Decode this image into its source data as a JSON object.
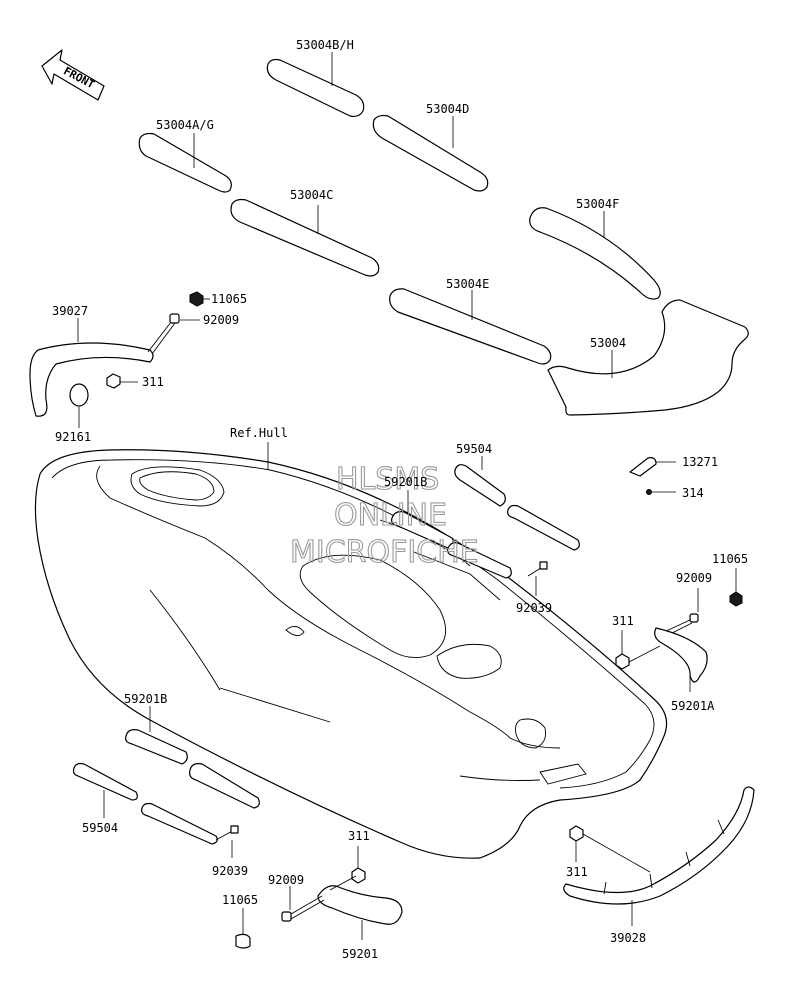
{
  "front_badge": "FRONT",
  "reference": "Ref.Hull",
  "watermark": [
    "HLSMS",
    "ONLINE",
    "MICROFICHE"
  ],
  "parts": {
    "p53004BH": "53004B/H",
    "p53004AG": "53004A/G",
    "p53004D": "53004D",
    "p53004C": "53004C",
    "p53004F": "53004F",
    "p53004E": "53004E",
    "p53004": "53004",
    "p39027": "39027",
    "p11065_top": "11065",
    "p92009_top": "92009",
    "p311_top": "311",
    "p92161": "92161",
    "p59504_right": "59504",
    "p59201B_right": "59201B",
    "p13271": "13271",
    "p314": "314",
    "p92039_right": "92039",
    "p11065_right": "11065",
    "p92009_right": "92009",
    "p311_right": "311",
    "p59201A": "59201A",
    "p59201B_left": "59201B",
    "p59504_left": "59504",
    "p92039_left": "92039",
    "p311_bottom": "311",
    "p92009_bottom": "92009",
    "p11065_bottom": "11065",
    "p59201": "59201",
    "p311_lower_right": "311",
    "p39028": "39028"
  }
}
